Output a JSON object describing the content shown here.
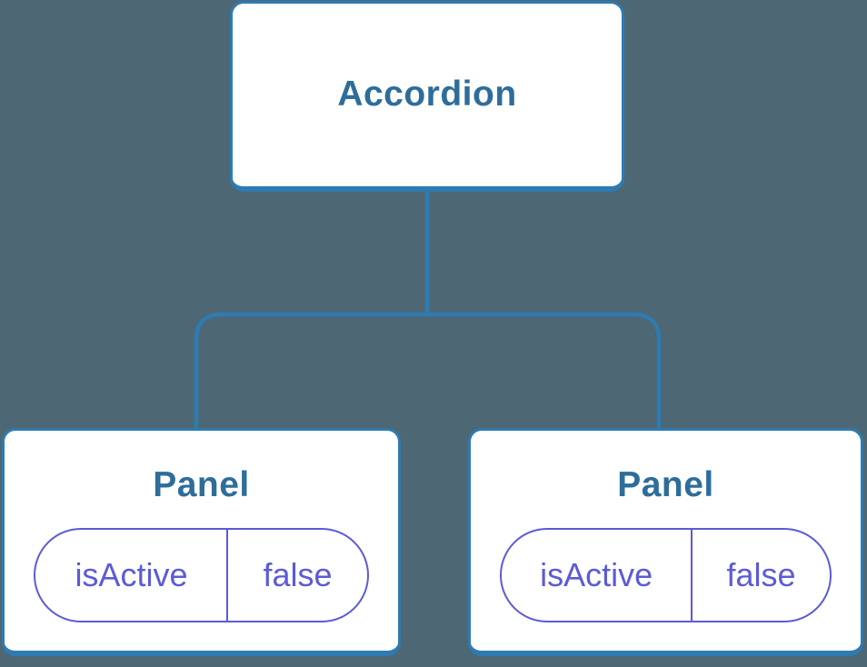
{
  "diagram": {
    "type": "component-tree",
    "colors": {
      "background": "#4d6774",
      "connector_blue": "#2e7bb1",
      "node_border": "#2e7bb1",
      "node_fill": "#ffffff",
      "title_text": "#2e6d9a",
      "state_purple": "#5b5bd6"
    },
    "root": {
      "label": "Accordion"
    },
    "children": [
      {
        "label": "Panel",
        "state": {
          "key": "isActive",
          "value": "false"
        }
      },
      {
        "label": "Panel",
        "state": {
          "key": "isActive",
          "value": "false"
        }
      }
    ]
  }
}
